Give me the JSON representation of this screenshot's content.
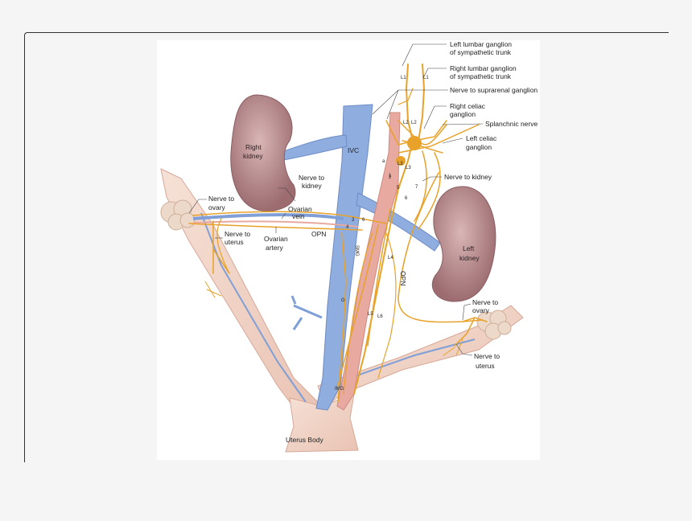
{
  "labels": {
    "left_lumbar": [
      "Left lumbar ganglion",
      "of sympathetic trunk"
    ],
    "right_lumbar": [
      "Right lumbar ganglion",
      "of sympathetic trunk"
    ],
    "suprarenal": "Nerve to suprarenal ganglion",
    "right_celiac": [
      "Right celiac",
      "ganglion"
    ],
    "splanchnic": "Splanchnic nerve",
    "left_celiac": [
      "Left celiac",
      "ganglion"
    ],
    "nerve_kidney_left": "Nerve to kidney",
    "nerve_kidney_right": [
      "Nerve to",
      "kidney"
    ],
    "right_kidney": [
      "Right",
      "kidney"
    ],
    "left_kidney": [
      "Left",
      "kidney"
    ],
    "ivc": "IVC",
    "nerve_ovary_left": [
      "Nerve to",
      "ovary"
    ],
    "nerve_uterus_left": [
      "Nerve to",
      "uterus"
    ],
    "ovarian_vein": [
      "Ovarian",
      "vein"
    ],
    "ovarian_artery": [
      "Ovarian",
      "artery"
    ],
    "opn_horizontal": "OPN",
    "opn_vertical": "OPN",
    "nerve_ovary_right": [
      "Nerve to",
      "ovary"
    ],
    "nerve_uterus_right": [
      "Nerve to",
      "uterus"
    ],
    "uterus_body": "Uterus Body",
    "a": "a",
    "smg": "SMG",
    "img": "IMG",
    "g": "G"
  },
  "markers": {
    "l1a": "L1",
    "l1b": "L1",
    "l2a": "L2",
    "l2b": "L2",
    "l3a": "L3",
    "l3b": "L3",
    "l4": "L4",
    "l5": "L5",
    "l6": "L6",
    "n1": "1",
    "n2": "2",
    "n3": "3",
    "n4": "4",
    "n5": "5",
    "n6": "6",
    "n7": "7",
    "n6b": "6"
  },
  "colors": {
    "nerve": "#e8a229",
    "vein": "#7f9fd6",
    "artery": "#e8a9a0",
    "kidney": "#b98a8c",
    "uterus": "#f3d8cc",
    "ovary": "#ecd9c9"
  }
}
